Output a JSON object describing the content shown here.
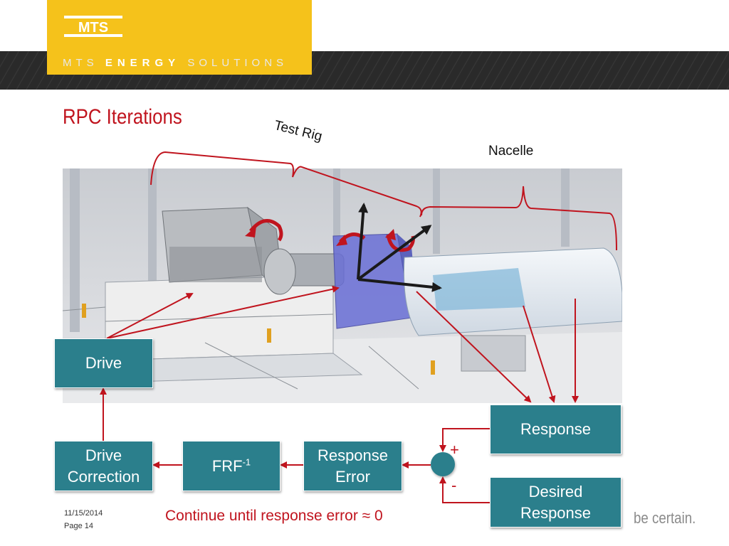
{
  "header": {
    "logo_text": "MTS",
    "tagline_pre": "MTS ",
    "tagline_bold": "ENERGY",
    "tagline_post": " SOLUTIONS"
  },
  "slide": {
    "title": "RPC Iterations",
    "test_rig_label": "Test Rig",
    "nacelle_label": "Nacelle",
    "continue_text": "Continue until response error ≈ 0"
  },
  "diagram": {
    "drive": "Drive",
    "drive_correction_line1": "Drive",
    "drive_correction_line2": "Correction",
    "frf": "FRF",
    "frf_superscript": "-1",
    "response_error_line1": "Response",
    "response_error_line2": "Error",
    "response": "Response",
    "desired_line1": "Desired",
    "desired_line2": "Response",
    "plus": "+",
    "minus": "-"
  },
  "footer": {
    "date": "11/15/2014",
    "page": "Page 14",
    "slogan": "be certain."
  },
  "colors": {
    "accent_red": "#c0141e",
    "box_teal": "#2b7f8c",
    "logo_yellow": "#f5c21b",
    "header_dark": "#2a2a2a"
  }
}
